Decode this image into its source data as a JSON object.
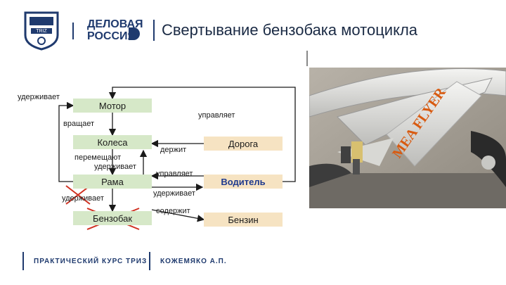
{
  "header": {
    "title": "Свертывание бензобака мотоцикла",
    "brand_line1": "ДЕЛОВАЯ",
    "brand_line2": "РОССИЯ",
    "emblem_text": "TRIZ"
  },
  "diagram": {
    "nodes": {
      "motor": "Мотор",
      "wheels": "Колеса",
      "frame": "Рама",
      "tank": "Бензобак",
      "road": "Дорога",
      "driver": "Водитель",
      "petrol": "Бензин"
    },
    "labels": {
      "holds_top": "удерживает",
      "controls_top": "управляет",
      "rotates": "вращает",
      "holds_road": "держит",
      "move": "перемещают",
      "hold_wheels": "удерживает",
      "controls_driver": "управляет",
      "hold_driver": "удерживает",
      "hold_tank": "удерживает",
      "contains": "содержит"
    }
  },
  "photo": {
    "frame_text": "MEA FLYER"
  },
  "footer": {
    "left": "ПРАКТИЧЕСКИЙ КУРС ТРИЗ",
    "right": "КОЖЕМЯКО А.П."
  },
  "colors": {
    "green_node": "#d6e8c8",
    "tan_node": "#f6e3c2",
    "navy": "#1f3a6e",
    "cross": "#d03020"
  }
}
